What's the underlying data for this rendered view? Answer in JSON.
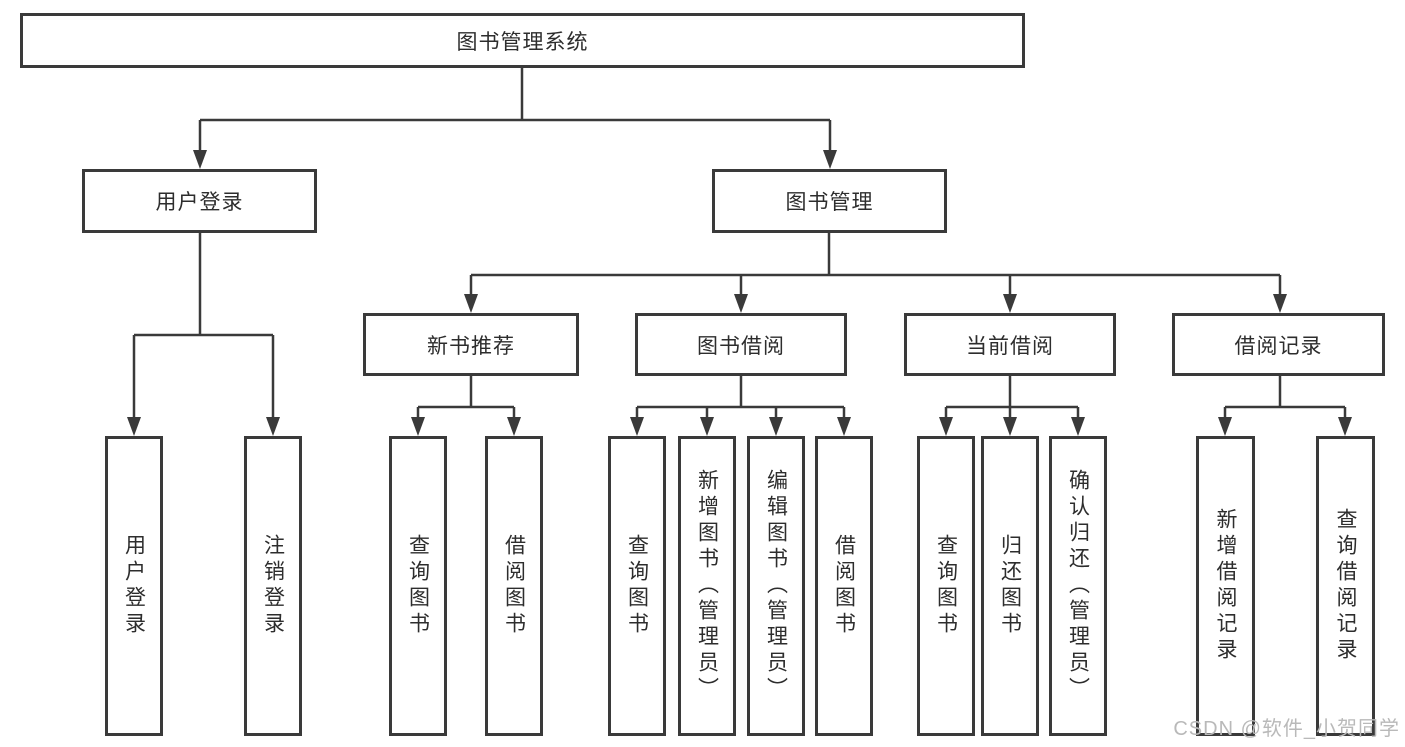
{
  "diagram": {
    "root": {
      "label": "图书管理系统"
    },
    "children": [
      {
        "label": "用户登录",
        "children": [
          {
            "label": "用户登录"
          },
          {
            "label": "注销登录"
          }
        ]
      },
      {
        "label": "图书管理",
        "children": [
          {
            "label": "新书推荐",
            "children": [
              {
                "label": "查询图书"
              },
              {
                "label": "借阅图书"
              }
            ]
          },
          {
            "label": "图书借阅",
            "children": [
              {
                "label": "查询图书"
              },
              {
                "label": "新增图书（管理员）"
              },
              {
                "label": "编辑图书（管理员）"
              },
              {
                "label": "借阅图书"
              }
            ]
          },
          {
            "label": "当前借阅",
            "children": [
              {
                "label": "查询图书"
              },
              {
                "label": "归还图书"
              },
              {
                "label": "确认归还（管理员）"
              }
            ]
          },
          {
            "label": "借阅记录",
            "children": [
              {
                "label": "新增借阅记录"
              },
              {
                "label": "查询借阅记录"
              }
            ]
          }
        ]
      }
    ]
  },
  "watermark": "CSDN @软件_小贺同学",
  "colors": {
    "line": "#3a3a3a",
    "box_border": "#3a3a3a",
    "text": "#2d2d2d",
    "watermark": "#b9b9b9",
    "background": "#ffffff"
  }
}
